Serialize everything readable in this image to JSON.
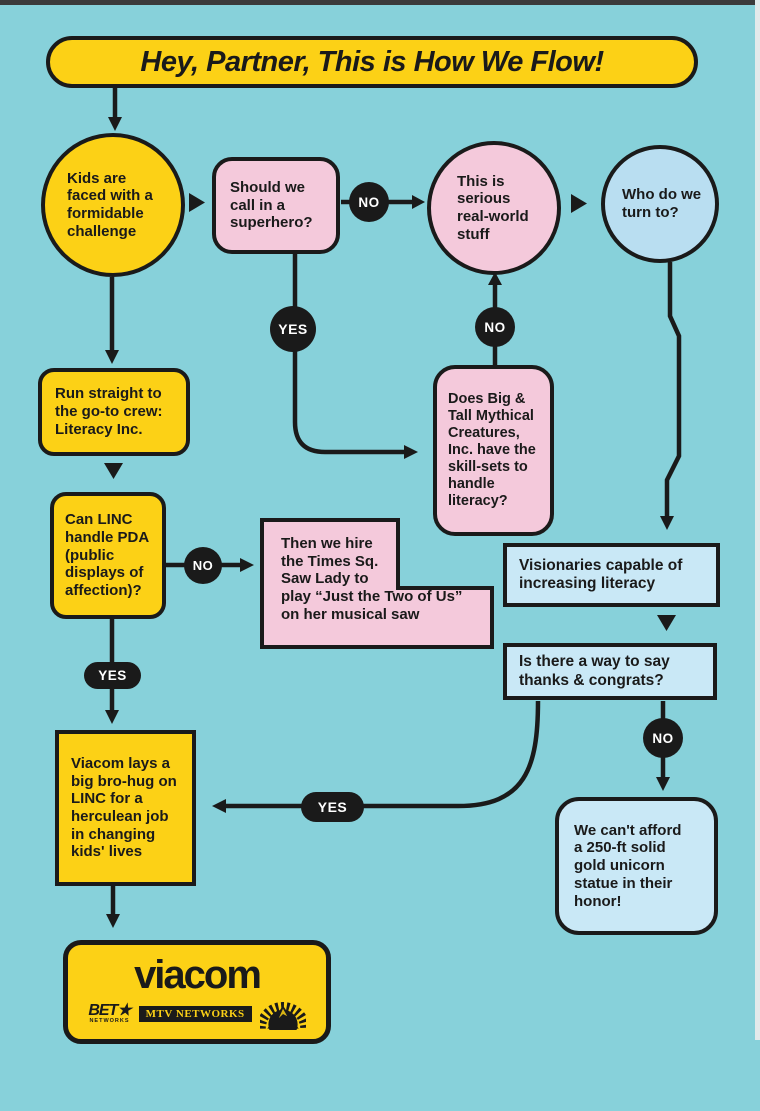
{
  "title": "Hey, Partner, This is How We Flow!",
  "nodes": {
    "kids": "Kids are\nfaced with a\nformidable\nchallenge",
    "superhero": "Should we\ncall in a\nsuperhero?",
    "serious": "This is\nserious\nreal-world\nstuff",
    "who": "Who do we\nturn to?",
    "run": "Run straight to\nthe go-to crew:\nLiteracy Inc.",
    "canlinc": "Can LINC\nhandle PDA\n(public\ndisplays of\naffection)?",
    "sawlady": "Then we hire\nthe Times Sq.\nSaw Lady to\nplay “Just the Two of Us”\non her musical saw",
    "bigtall": "Does Big &\nTall Mythical\nCreatures,\nInc. have the\nskill-sets to\nhandle\nliteracy?",
    "visionaries": "Visionaries capable of\nincreasing literacy",
    "thanks": "Is there a way to say\nthanks & congrats?",
    "brohug": "Viacom lays a\nbig bro-hug on\nLINC for a\nherculean job\nin changing\nkids' lives",
    "unicorn": "We can't afford\na 250-ft solid\ngold unicorn\nstatue in their\nhonor!"
  },
  "badges": {
    "no_superhero": "NO",
    "yes_superhero": "YES",
    "no_bigtall": "NO",
    "no_pda": "NO",
    "yes_pda": "YES",
    "yes_thanks": "YES",
    "no_thanks": "NO"
  },
  "logo": {
    "wordmark": "viacom",
    "bet": "BET★",
    "bet_sub": "NETWORKS",
    "mtv": "MTV NETWORKS"
  },
  "colors": {
    "background": "#87d1da",
    "yellow": "#fcd116",
    "pink": "#f4c9db",
    "blue_circle": "#b9def1",
    "blue_light": "#c9e8f6",
    "ink": "#1a1a1a"
  }
}
